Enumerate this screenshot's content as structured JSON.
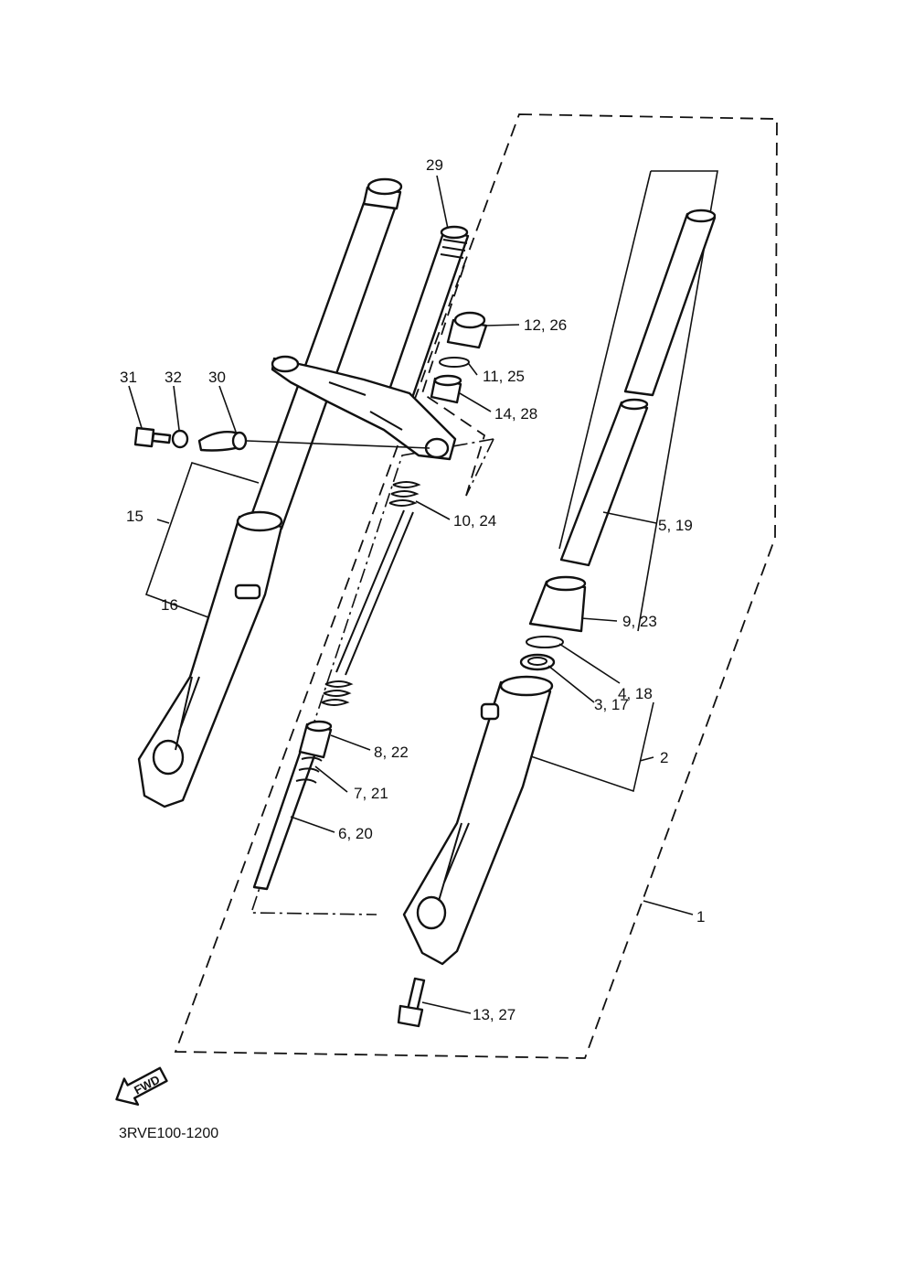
{
  "diagram": {
    "code": "3RVE100-1200",
    "fwd_label": "FWD",
    "callouts": [
      {
        "id": "c1",
        "text": "1"
      },
      {
        "id": "c2",
        "text": "2"
      },
      {
        "id": "c3",
        "text": "3, 17"
      },
      {
        "id": "c4",
        "text": "4, 18"
      },
      {
        "id": "c5",
        "text": "5, 19"
      },
      {
        "id": "c6",
        "text": "6, 20"
      },
      {
        "id": "c7",
        "text": "7, 21"
      },
      {
        "id": "c8",
        "text": "8, 22"
      },
      {
        "id": "c9",
        "text": "9, 23"
      },
      {
        "id": "c10",
        "text": "10, 24"
      },
      {
        "id": "c11",
        "text": "11, 25"
      },
      {
        "id": "c12",
        "text": "12, 26"
      },
      {
        "id": "c13",
        "text": "13, 27"
      },
      {
        "id": "c14",
        "text": "14, 28"
      },
      {
        "id": "c15",
        "text": "15"
      },
      {
        "id": "c16",
        "text": "16"
      },
      {
        "id": "c29",
        "text": "29"
      },
      {
        "id": "c30",
        "text": "30"
      },
      {
        "id": "c31",
        "text": "31"
      },
      {
        "id": "c32",
        "text": "32"
      }
    ]
  }
}
